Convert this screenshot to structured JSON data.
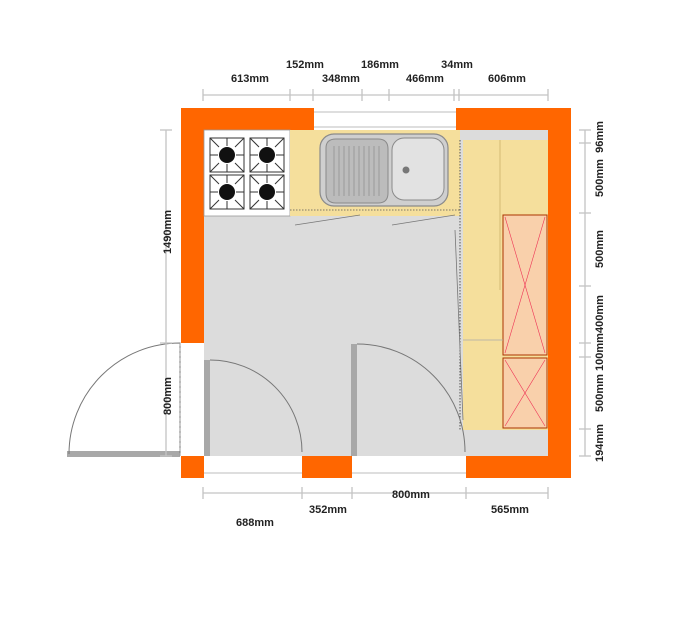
{
  "colors": {
    "wall": "#ff6600",
    "floor": "#dcdcdc",
    "worktop": "#f5df9c",
    "tall_unit": "#f9d0ab",
    "hob": "#ffffff",
    "burner": "#111111",
    "sink": "#c8c8c8",
    "door": "#a8a8a8",
    "dimension": "#c4c4c4",
    "text": "#222222"
  },
  "dimensions": {
    "top_row1": [
      "152mm",
      "186mm",
      "34mm"
    ],
    "top_row2": [
      "613mm",
      "348mm",
      "466mm",
      "606mm"
    ],
    "left": [
      "1490mm",
      "800mm"
    ],
    "right": [
      "96mm",
      "500mm",
      "500mm",
      "400mm",
      "100mm",
      "500mm",
      "194mm"
    ],
    "bottom_row1": [
      "800mm"
    ],
    "bottom_row2": [
      "688mm",
      "352mm",
      "565mm"
    ]
  },
  "icons": [
    "hob-icon",
    "sink-icon",
    "door-swing-icon",
    "tall-unit-icon"
  ]
}
